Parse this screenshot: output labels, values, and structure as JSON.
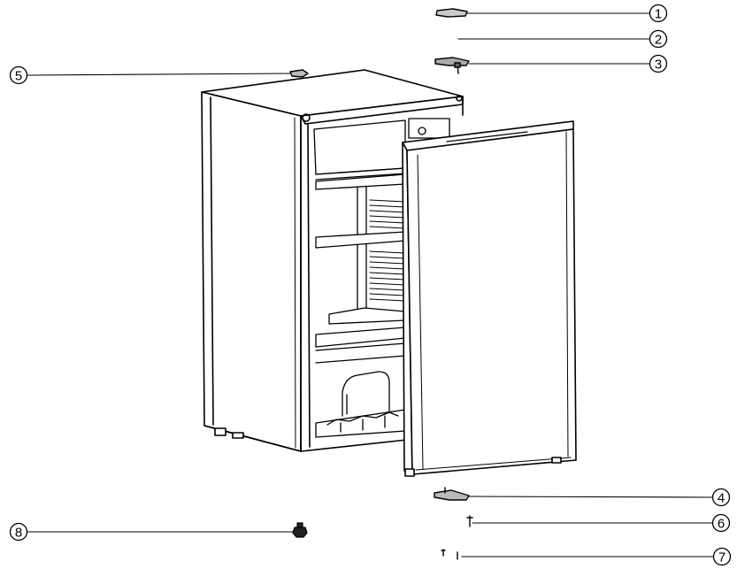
{
  "callouts": [
    {
      "id": "1",
      "label": "1"
    },
    {
      "id": "2",
      "label": "2"
    },
    {
      "id": "3",
      "label": "3"
    },
    {
      "id": "4",
      "label": "4"
    },
    {
      "id": "5",
      "label": "5"
    },
    {
      "id": "6",
      "label": "6"
    },
    {
      "id": "7",
      "label": "7"
    },
    {
      "id": "8",
      "label": "8"
    }
  ],
  "colors": {
    "line": "#000000",
    "fill": "#ffffff",
    "shade": "#e6e6e6"
  }
}
